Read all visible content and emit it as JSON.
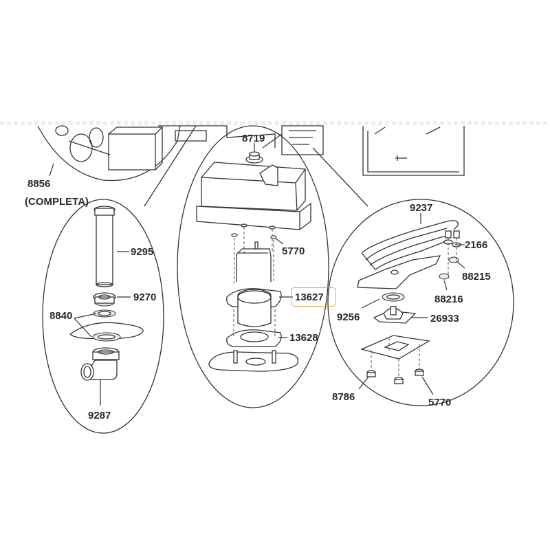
{
  "diagram": {
    "callouts": {
      "c8856": "8856",
      "completa": "(COMPLETA)",
      "c9295": "9295",
      "c9270": "9270",
      "c8840": "8840",
      "c9287": "9287",
      "c8719": "8719",
      "c5770a": "5770",
      "c13627": "13627",
      "c13628": "13628",
      "c9237": "9237",
      "c2166": "2166",
      "c88215": "88215",
      "c88216": "88216",
      "c9256": "9256",
      "c26933": "26933",
      "c8786": "8786",
      "c5770b": "5770"
    },
    "highlight": {
      "target": "13627",
      "color": "#e8a33a"
    }
  }
}
